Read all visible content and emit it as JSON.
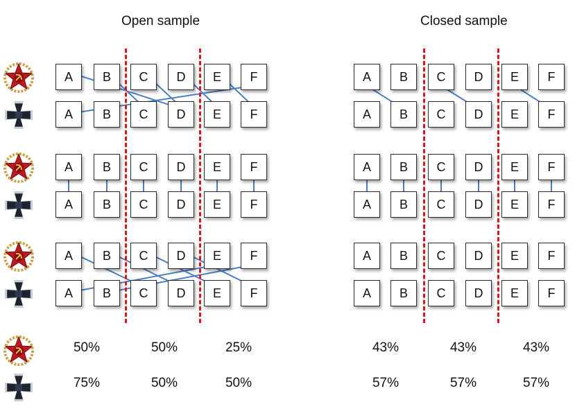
{
  "titles": {
    "open": "Open sample",
    "closed": "Closed sample"
  },
  "factions": {
    "first": {
      "icon": "soviet-star-hammer-sickle-icon"
    },
    "second": {
      "icon": "iron-cross-icon"
    }
  },
  "box_labels": [
    "A",
    "B",
    "C",
    "D",
    "E",
    "F"
  ],
  "panels": [
    {
      "id": "open",
      "rows": [
        {
          "pairs": [
            [
              "A",
              "D"
            ],
            [
              "B",
              "C"
            ],
            [
              "C",
              "D"
            ],
            [
              "D",
              "E"
            ],
            [
              "E",
              "F"
            ],
            [
              "F",
              "A"
            ]
          ]
        },
        {
          "pairs": [
            [
              "A",
              "A"
            ],
            [
              "B",
              "B"
            ],
            [
              "C",
              "C"
            ],
            [
              "D",
              "D"
            ],
            [
              "E",
              "E"
            ],
            [
              "F",
              "F"
            ]
          ]
        },
        {
          "pairs": [
            [
              "A",
              "C"
            ],
            [
              "B",
              "D"
            ],
            [
              "C",
              "E"
            ],
            [
              "D",
              "F"
            ],
            [
              "E",
              "A"
            ],
            [
              "F",
              "B"
            ]
          ]
        }
      ],
      "percentages": {
        "first": [
          "50%",
          "50%",
          "25%"
        ],
        "second": [
          "75%",
          "50%",
          "50%"
        ]
      }
    },
    {
      "id": "closed",
      "rows": [
        {
          "pairs": [
            [
              "A",
              "B"
            ],
            [
              "C",
              "D"
            ],
            [
              "E",
              "F"
            ]
          ]
        },
        {
          "pairs": [
            [
              "A",
              "A"
            ],
            [
              "B",
              "B"
            ],
            [
              "C",
              "C"
            ],
            [
              "D",
              "D"
            ],
            [
              "E",
              "E"
            ],
            [
              "F",
              "F"
            ]
          ]
        },
        {
          "pairs": []
        }
      ],
      "percentages": {
        "first": [
          "43%",
          "43%",
          "43%"
        ],
        "second": [
          "57%",
          "57%",
          "57%"
        ]
      }
    }
  ],
  "colors": {
    "arrow": "#4a7fc4",
    "divider": "#d9161b",
    "box_border": "#2a2a2a",
    "soviet_red": "#c0181c",
    "soviet_gold": "#c8a14a",
    "cross_dark": "#1d2430"
  }
}
